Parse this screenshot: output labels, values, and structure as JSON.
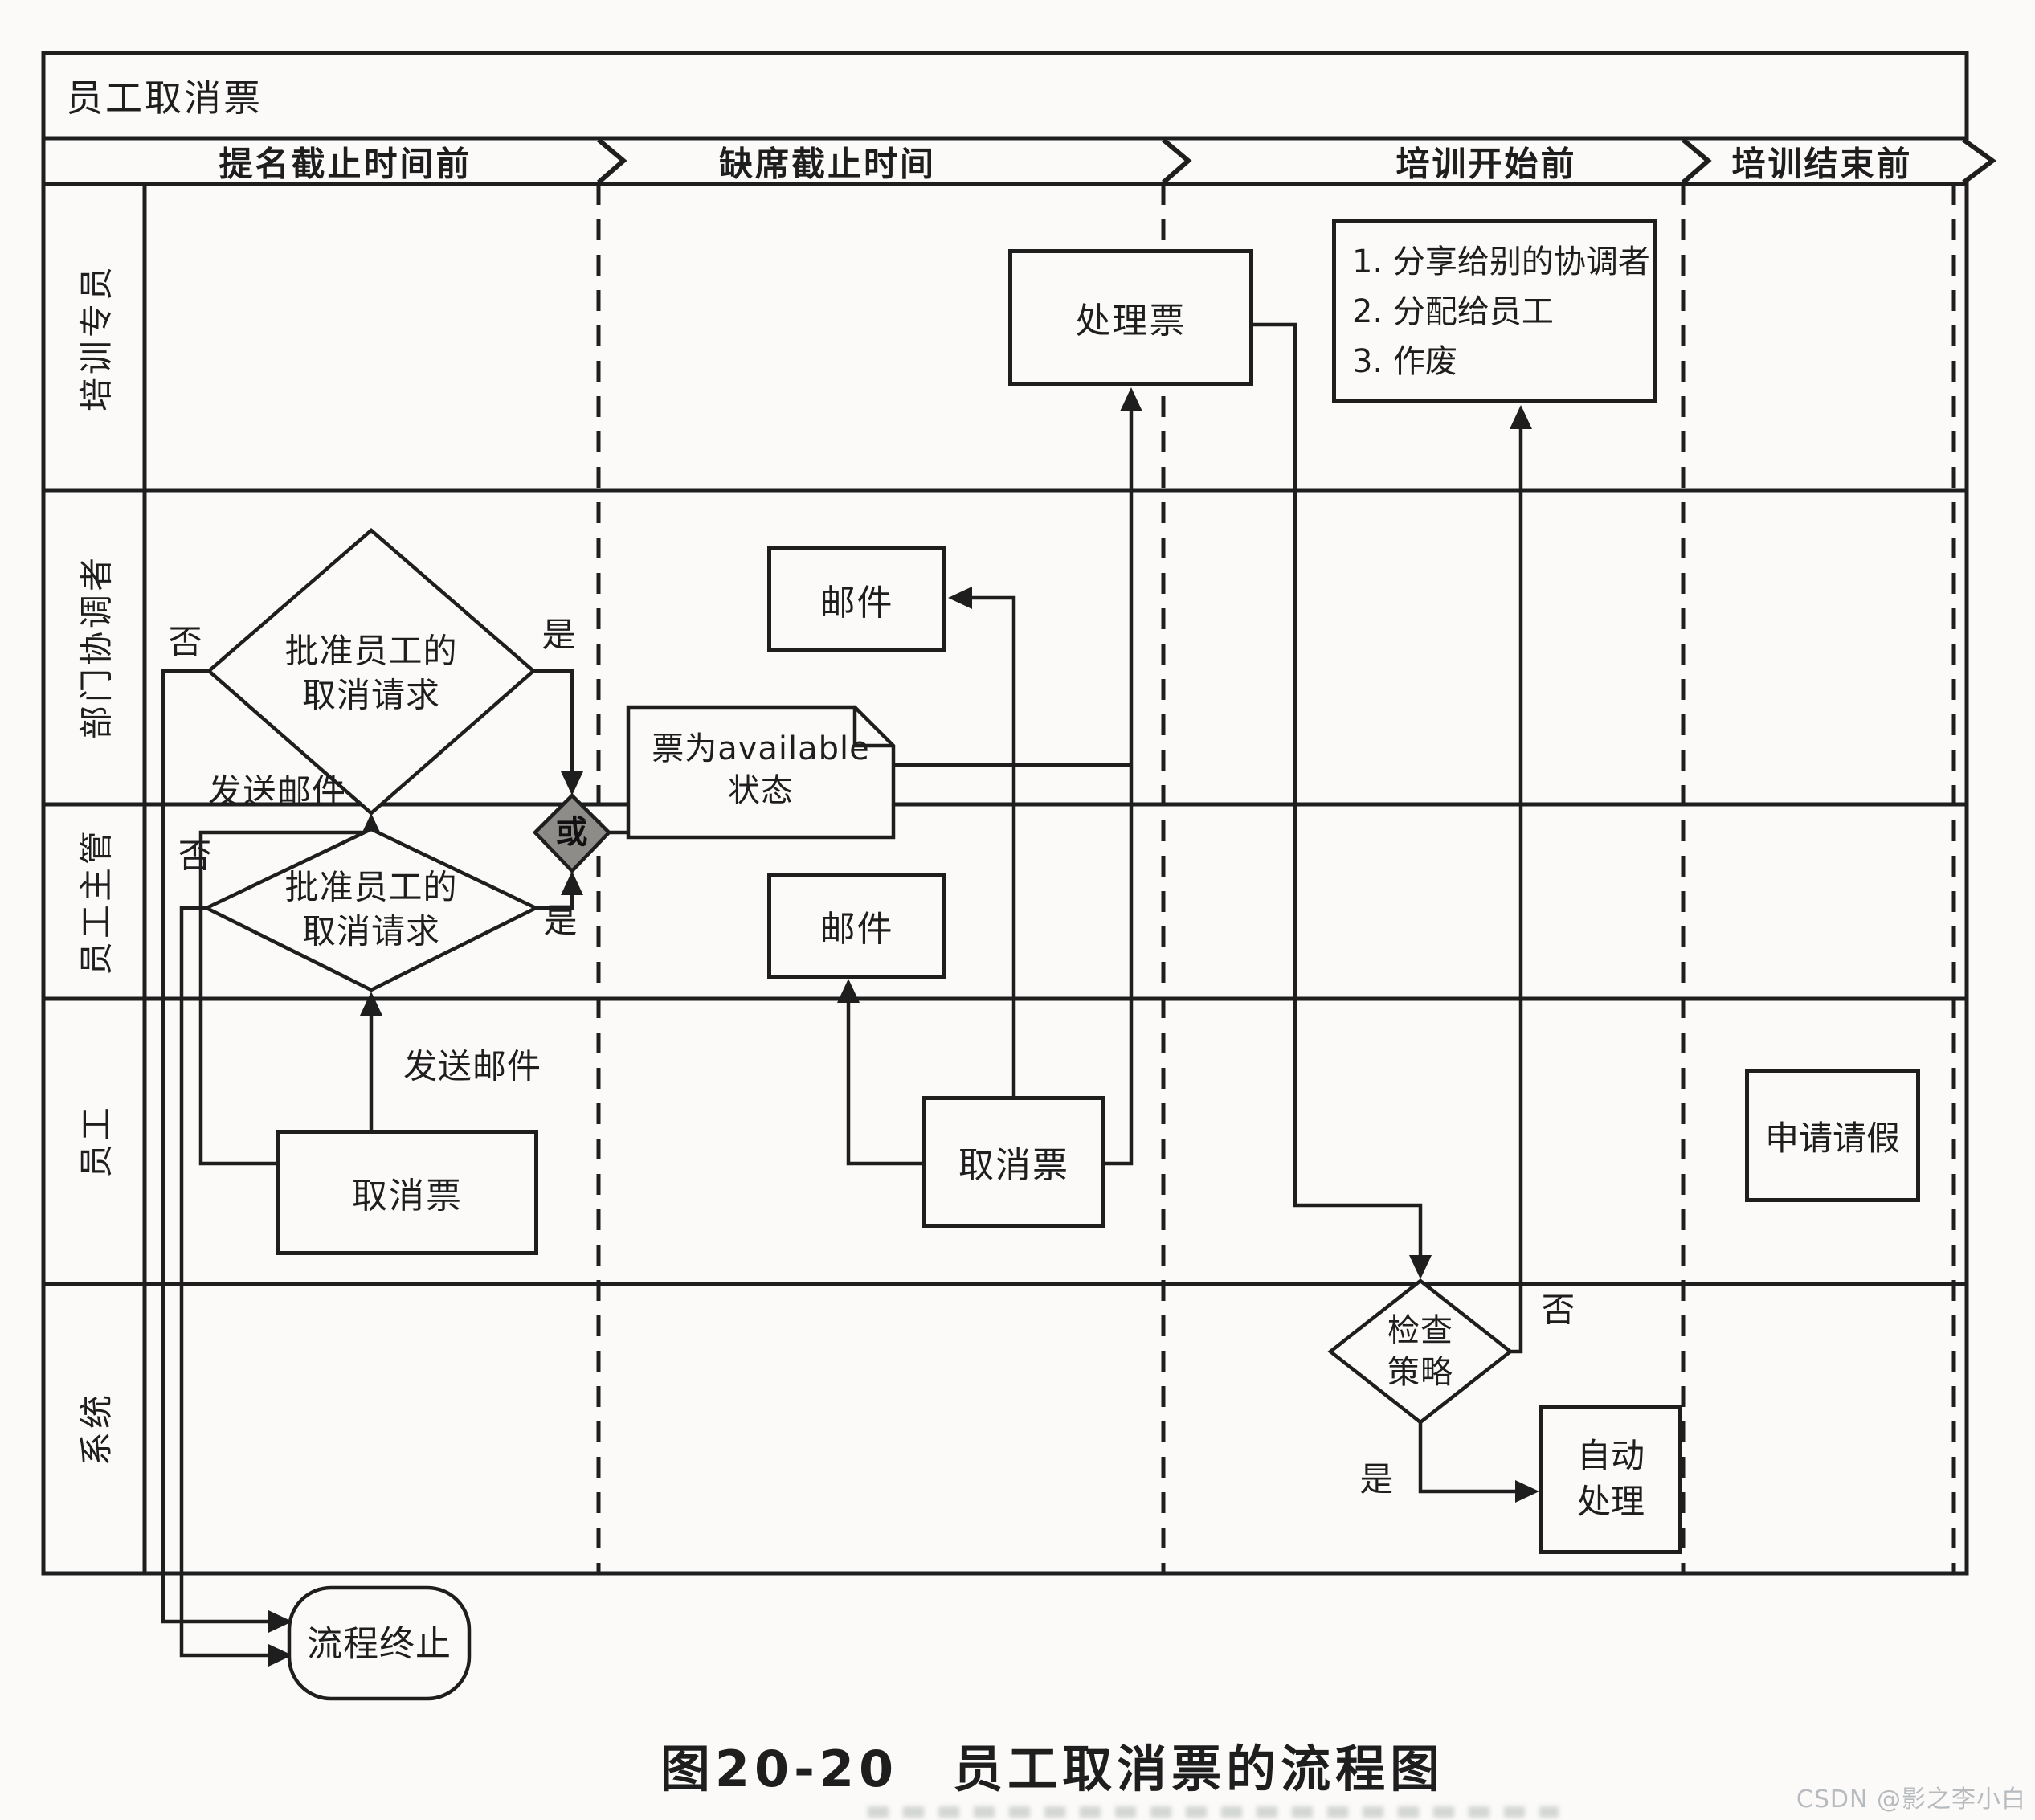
{
  "figure": {
    "title": "员工取消票",
    "caption": "图20-20　员工取消票的流程图",
    "watermark": "CSDN @影之李小白"
  },
  "phases": [
    {
      "label": "提名截止时间前"
    },
    {
      "label": "缺席截止时间"
    },
    {
      "label": "培训开始前"
    },
    {
      "label": "培训结束前"
    }
  ],
  "lanes": [
    {
      "label": "培训专员"
    },
    {
      "label": "部门协调者"
    },
    {
      "label": "员工主管"
    },
    {
      "label": "员工"
    },
    {
      "label": "系统"
    }
  ],
  "nodes": {
    "handle_ticket": {
      "label": "处理票"
    },
    "handle_options": {
      "lines": [
        "1. 分享给别的协调者",
        "2. 分配给员工",
        "3. 作废"
      ]
    },
    "email_to_coordinator": {
      "label": "邮件"
    },
    "email_to_supervisor": {
      "label": "邮件"
    },
    "ticket_available": {
      "line1": "票为available",
      "line2": "状态"
    },
    "approve_by_coordinator": {
      "line1": "批准员工的",
      "line2": "取消请求"
    },
    "approve_by_supervisor": {
      "line1": "批准员工的",
      "line2": "取消请求"
    },
    "or_gateway": {
      "label": "或"
    },
    "cancel_ticket_phase1": {
      "label": "取消票"
    },
    "cancel_ticket_phase2": {
      "label": "取消票"
    },
    "apply_leave": {
      "label": "申请请假"
    },
    "check_policy": {
      "line1": "检查",
      "line2": "策略"
    },
    "auto_handle": {
      "line1": "自动",
      "line2": "处理"
    },
    "process_end": {
      "label": "流程终止"
    }
  },
  "edge_labels": {
    "yes": "是",
    "no": "否",
    "send_email": "发送邮件"
  },
  "colors": {
    "ink": "#1e1e1e",
    "paper": "#fbfaf9",
    "or_fill": "#8e8c89",
    "watermark": "#b7babe"
  }
}
